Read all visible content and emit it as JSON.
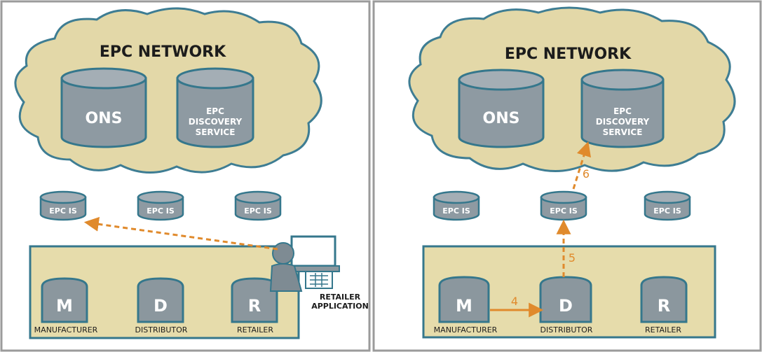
{
  "colors": {
    "cloud_fill": "#e3d8a8",
    "cloud_stroke": "#3e7d93",
    "cylinder_fill": "#8e9aa2",
    "cylinder_top": "#a4aeb5",
    "cylinder_stroke": "#35778c",
    "box_fill": "#e6dcab",
    "box_stroke": "#35778c",
    "node_fill": "#8b979e",
    "node_stroke": "#35778c",
    "arrow": "#e08a2c",
    "panel_border": "#9b9b9b",
    "label_dark": "#1c1c1c",
    "label_light": "#ffffff",
    "person_fill": "#7e8b93",
    "screen_fill": "#ffffff"
  },
  "left_panel": {
    "network_title": "EPC NETWORK",
    "ons_label": "ONS",
    "discovery_label": [
      "EPC",
      "DISCOVERY",
      "SERVICE"
    ],
    "epcis_labels": [
      "EPC IS",
      "EPC IS",
      "EPC IS"
    ],
    "nodes": [
      {
        "letter": "M",
        "caption": "MANUFACTURER"
      },
      {
        "letter": "D",
        "caption": "DISTRIBUTOR"
      },
      {
        "letter": "R",
        "caption": "RETAILER"
      }
    ],
    "retailer_app_label": [
      "RETAILER",
      "APPLICATION"
    ],
    "user_icon": "person-at-computer-icon"
  },
  "right_panel": {
    "network_title": "EPC NETWORK",
    "ons_label": "ONS",
    "discovery_label": [
      "EPC",
      "DISCOVERY",
      "SERVICE"
    ],
    "epcis_labels": [
      "EPC IS",
      "EPC IS",
      "EPC IS"
    ],
    "nodes": [
      {
        "letter": "M",
        "caption": "MANUFACTURER"
      },
      {
        "letter": "D",
        "caption": "DISTRIBUTOR"
      },
      {
        "letter": "R",
        "caption": "RETAILER"
      }
    ],
    "step_labels": {
      "step_4": "4",
      "step_5": "5",
      "step_6": "6"
    }
  }
}
